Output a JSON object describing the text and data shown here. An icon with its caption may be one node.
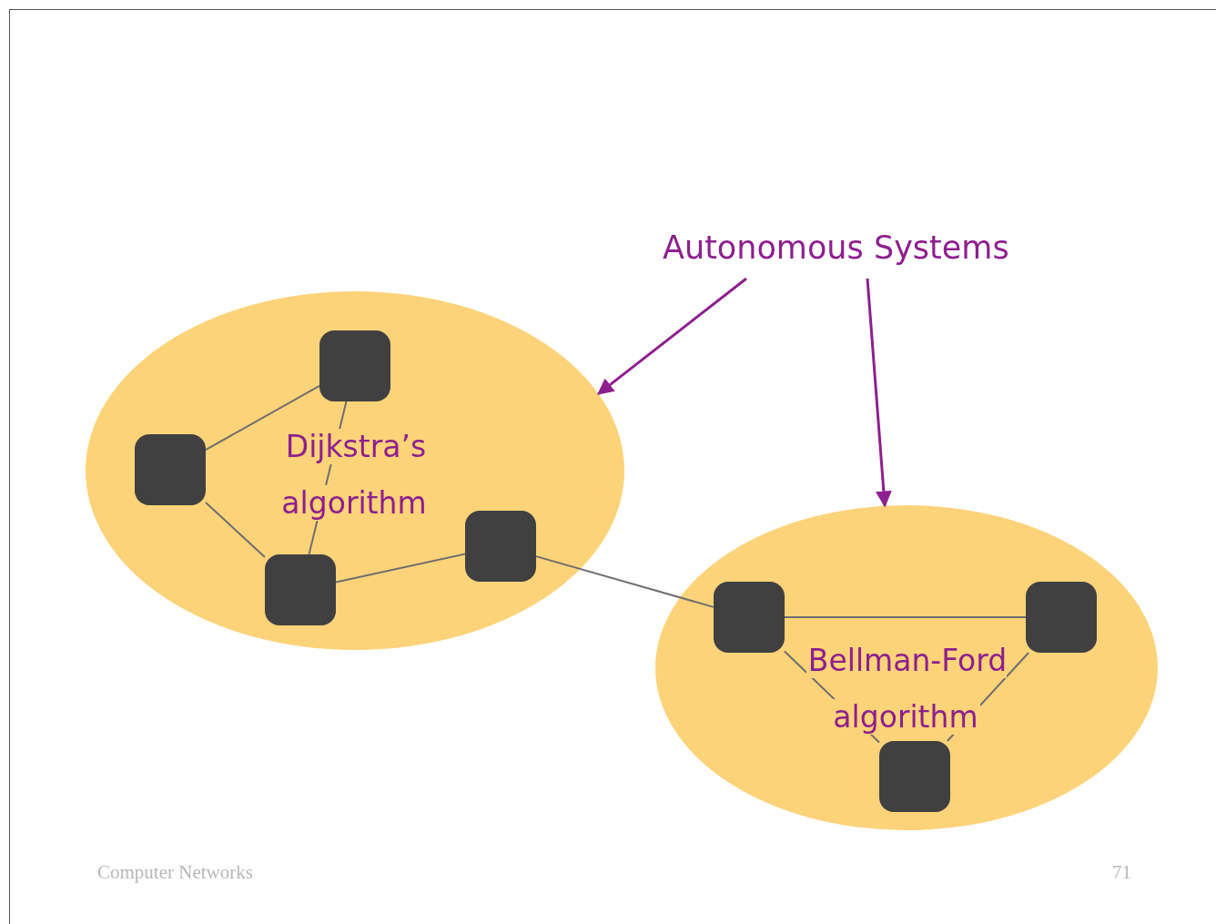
{
  "diagram": {
    "nodes": [
      {
        "text": [
          "Autonomous Systems"
        ]
      },
      {
        "text": [
          "Dijkstra’s algorithm"
        ]
      },
      {
        "text": [],
        "shape": "box",
        "in": 1
      },
      {
        "text": [],
        "shape": "box",
        "in": 1
      },
      {
        "text": [],
        "shape": "box",
        "in": 1
      },
      {
        "text": [],
        "shape": "box",
        "in": 1
      },
      {
        "text": [
          "Bellman-Ford algorithm"
        ]
      },
      {
        "text": [],
        "shape": "box",
        "in": 6
      },
      {
        "text": [],
        "shape": "box",
        "in": 6
      },
      {
        "text": [],
        "shape": "box",
        "in": 6
      }
    ],
    "edges": [
      {
        "from": 0,
        "to": 1,
        "arrow": "to",
        "color": "#8e1f8e"
      },
      {
        "from": 0,
        "to": 6,
        "arrow": "to",
        "color": "#8e1f8e"
      },
      {
        "from": 3,
        "to": 2,
        "arrow": "none"
      },
      {
        "from": 3,
        "to": 4,
        "arrow": "none"
      },
      {
        "from": 2,
        "to": 4,
        "arrow": "none"
      },
      {
        "from": 4,
        "to": 5,
        "arrow": "none"
      },
      {
        "from": 5,
        "to": 7,
        "arrow": "none"
      },
      {
        "from": 7,
        "to": 8,
        "arrow": "none"
      },
      {
        "from": 7,
        "to": 9,
        "arrow": "none"
      },
      {
        "from": 8,
        "to": 9,
        "arrow": "none"
      }
    ],
    "labels": [
      "Computer Networks",
      "71"
    ]
  }
}
